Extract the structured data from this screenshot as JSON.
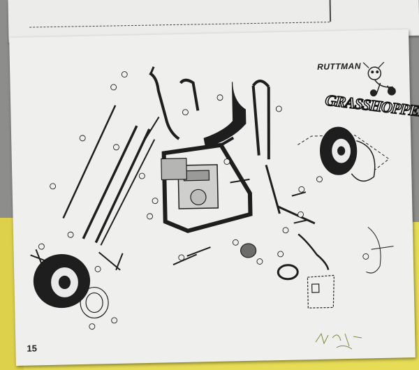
{
  "header": {
    "brand": "RUTTMAN",
    "product": "GRASSHOPPER"
  },
  "page": {
    "number": "15"
  }
}
